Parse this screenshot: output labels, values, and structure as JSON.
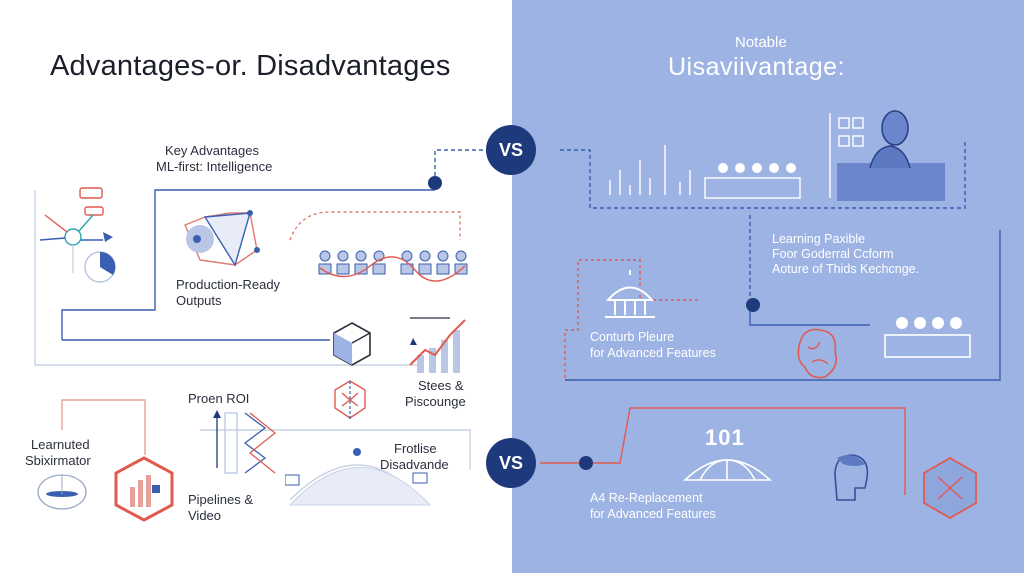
{
  "left": {
    "title": "Advantages-or. Disadvantages",
    "key_advantages_line1": "Key Advantages",
    "key_advantages_line2": "ML-first: Intelligence",
    "production_line1": "Production-Ready",
    "production_line2": "Outputs",
    "stees_line1": "Stees &",
    "stees_line2": "Piscounge",
    "proen_roi": "Proen ROI",
    "learnuted_line1": "Learnuted",
    "learnuted_line2": "Sbixirmator",
    "frotlise_line1": "Frotlise",
    "frotlise_line2": "Disadvande",
    "pipelines_line1": "Pipelines &",
    "pipelines_line2": "Video"
  },
  "right": {
    "subtitle": "Notable",
    "title": "Uisaviivantage:",
    "learning_line1": "Learning Paxible",
    "learning_line2": "Foor Goderral Ccform",
    "learning_line3": "Aoture of Thids Kechcnge.",
    "conturb_line1": "Conturb Pleure",
    "conturb_line2": "for Advanced Features",
    "badge_101": "101",
    "replacement_line1": "A4 Re-Replacement",
    "replacement_line2": "for Advanced Features"
  },
  "vs_top": "VS",
  "vs_bottom": "VS",
  "colors": {
    "left_bg": "#ffffff",
    "right_bg": "#9db3e4",
    "accent_navy": "#1f3a7c",
    "accent_red": "#e05a4f",
    "accent_blue": "#3a5fb0"
  },
  "icons": [
    "network-icon",
    "chart-icon",
    "people-icon",
    "hexagon-cube-icon",
    "bar-trend-icon",
    "person-icon",
    "head-icon",
    "hexagon-icon",
    "dome-icon",
    "building-icon"
  ]
}
